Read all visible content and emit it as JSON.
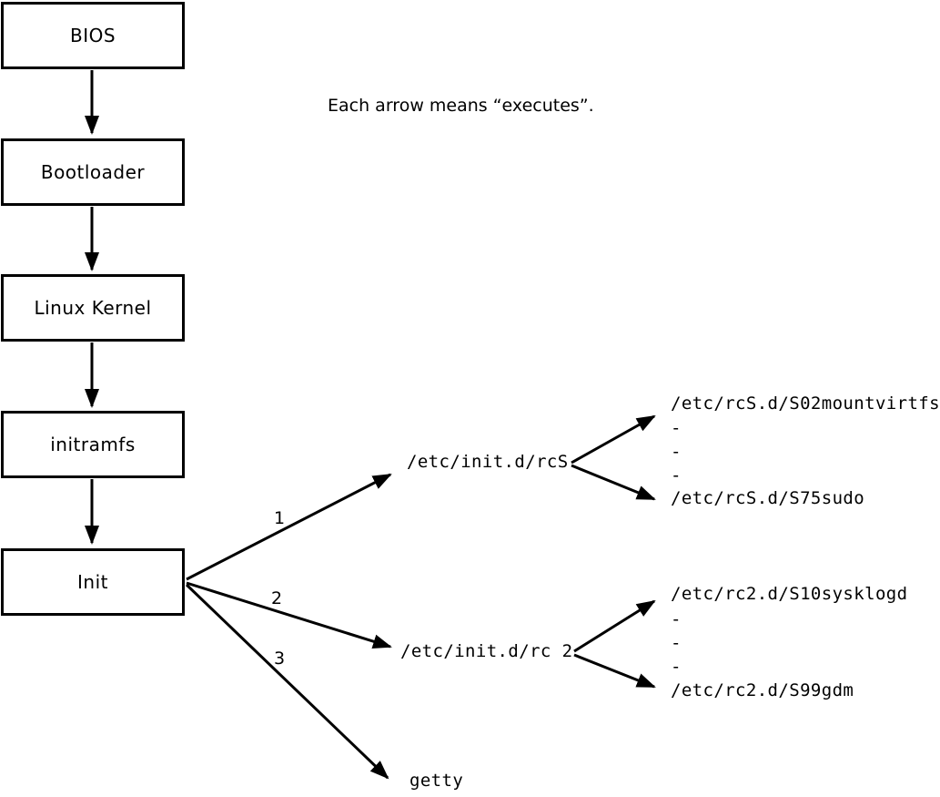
{
  "note": "Each arrow means “executes”.",
  "flow": [
    "BIOS",
    "Bootloader",
    "Linux Kernel",
    "initramfs",
    "Init"
  ],
  "edge_labels": [
    "1",
    "2",
    "3"
  ],
  "runlevels": {
    "rcS_script": "/etc/init.d/rcS",
    "rcS_first": "/etc/rcS.d/S02mountvirtfs",
    "rcS_last": "/etc/rcS.d/S75sudo",
    "rc2_script": "/etc/init.d/rc 2",
    "rc2_first": "/etc/rc2.d/S10sysklogd",
    "rc2_last": "/etc/rc2.d/S99gdm",
    "getty": "getty",
    "dash": "-"
  },
  "colors": {
    "line": "#000000",
    "background": "#ffffff",
    "box_fill": "#ffffff"
  }
}
